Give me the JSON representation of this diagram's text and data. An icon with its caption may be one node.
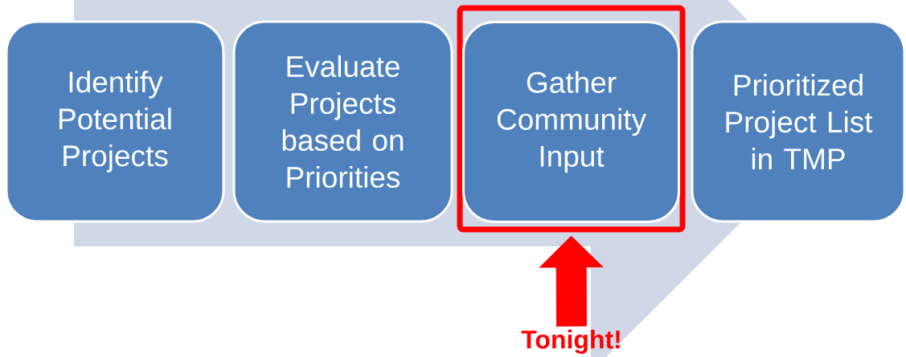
{
  "diagram": {
    "nodes": [
      {
        "text": [
          "Identify Potential Projects"
        ]
      },
      {
        "text": [
          "Evaluate Projects based on Priorities"
        ]
      },
      {
        "text": [],
        "shape": "box"
      },
      {
        "text": [
          "Gather Community Input"
        ],
        "in": 2
      },
      {
        "text": [
          "Prioritized Project List in TMP"
        ]
      },
      {
        "text": [
          "Tonight!"
        ]
      }
    ],
    "edges": [
      {
        "from": 5,
        "to": 2,
        "arrow": "to",
        "color": "#ff0000"
      }
    ]
  }
}
